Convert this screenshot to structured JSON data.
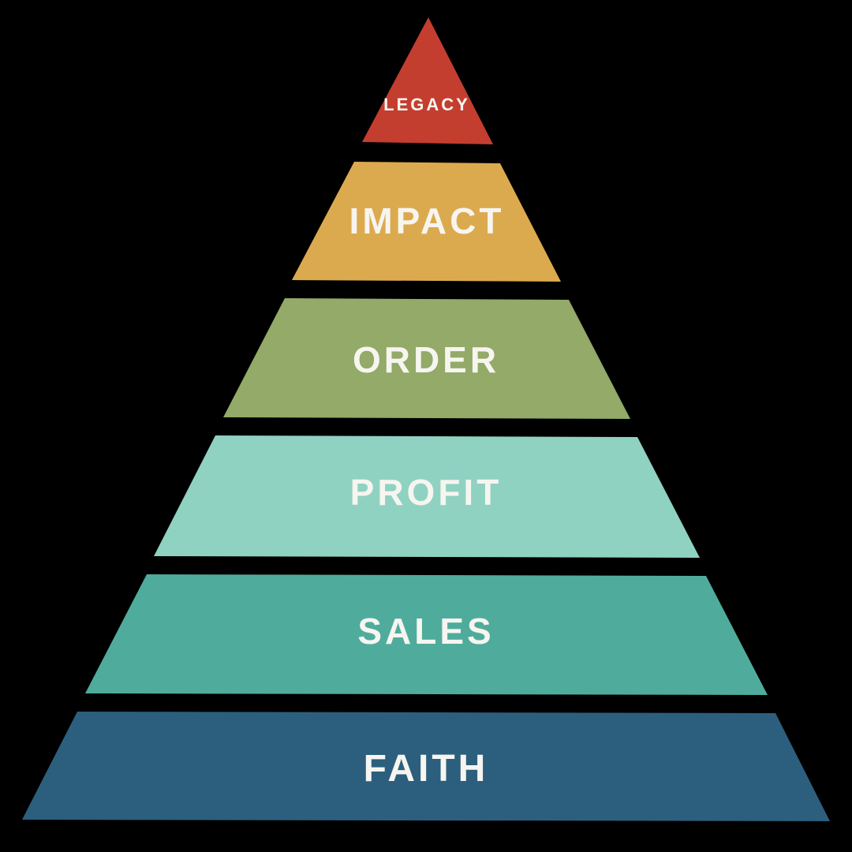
{
  "diagram": {
    "type": "pyramid",
    "background_color": "#000000",
    "label_color": "#f7f5f0",
    "levels": [
      {
        "label": "LEGACY",
        "color": "#c43e2f"
      },
      {
        "label": "IMPACT",
        "color": "#dcaa4e"
      },
      {
        "label": "ORDER",
        "color": "#93aa68"
      },
      {
        "label": "PROFIT",
        "color": "#8fd2c2"
      },
      {
        "label": "SALES",
        "color": "#4fac9c"
      },
      {
        "label": "FAITH",
        "color": "#2c5f7e"
      }
    ]
  }
}
